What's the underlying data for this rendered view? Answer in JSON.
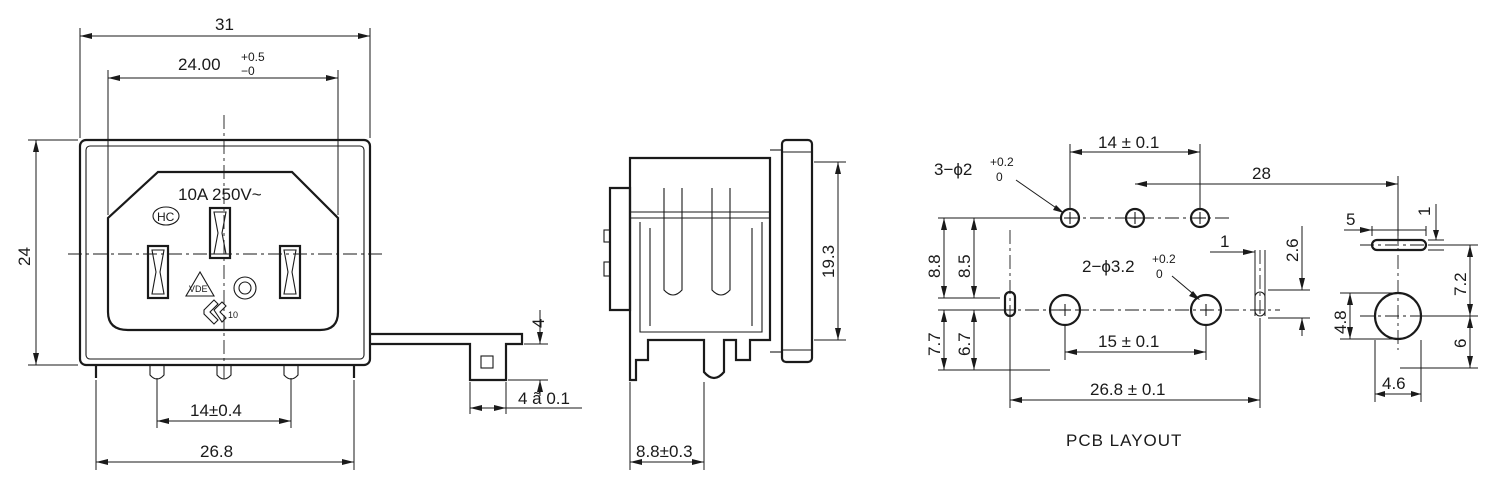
{
  "front_view": {
    "dim_width_overall": "31",
    "dim_opening_value": "24.00",
    "dim_opening_tol_upper": "+0.5",
    "dim_opening_tol_lower": "−0",
    "dim_height": "24",
    "rating": "10A 250V~",
    "mark_hc": "HC",
    "mark_vde": "VDE",
    "mark_10": "10",
    "dim_pin_pitch": "14±0.4",
    "dim_pins_outer": "26.8",
    "dim_tab_height": "4",
    "dim_tab_width": "4 ã 0.1"
  },
  "side_view": {
    "dim_flange_height": "19.3",
    "dim_depth": "8.8±0.3"
  },
  "pcb_layout": {
    "title": "PCB LAYOUT",
    "hole3_label": "3−ϕ2",
    "hole3_tol_upper": "+0.2",
    "hole3_tol_lower": "0",
    "hole2_label": "2−ϕ3.2",
    "hole2_tol_upper": "+0.2",
    "hole2_tol_lower": "0",
    "dim_top_pitch": "14 ± 0.1",
    "dim_28": "28",
    "dim_1_top": "1",
    "dim_5": "5",
    "dim_1_mid": "1",
    "dim_2_6": "2.6",
    "dim_8_8": "8.8",
    "dim_8_5": "8.5",
    "dim_7_7": "7.7",
    "dim_6_7": "6.7",
    "dim_bottom_pitch": "15 ± 0.1",
    "dim_26_8": "26.8 ± 0.1",
    "dim_7_2": "7.2",
    "dim_4_8": "4.8",
    "dim_6": "6",
    "dim_4_6": "4.6"
  }
}
